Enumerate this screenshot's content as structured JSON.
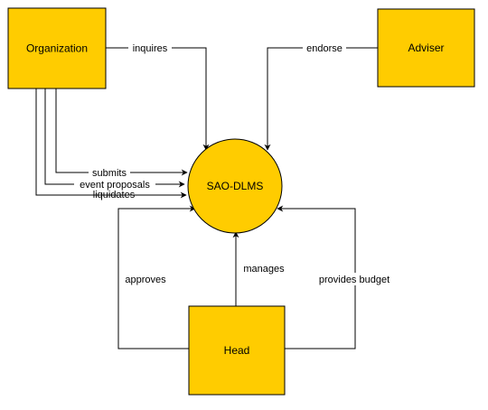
{
  "colors": {
    "node_fill": "#FFCC00",
    "node_stroke": "#000000",
    "edge": "#000000",
    "background": "#FFFFFF"
  },
  "nodes": {
    "organization": {
      "label": "Organization",
      "shape": "rectangle"
    },
    "adviser": {
      "label": "Adviser",
      "shape": "rectangle"
    },
    "system": {
      "label": "SAO-DLMS",
      "shape": "circle"
    },
    "head": {
      "label": "Head",
      "shape": "rectangle"
    }
  },
  "edges": {
    "inquires": {
      "from": "Organization",
      "to": "SAO-DLMS",
      "label": "inquires"
    },
    "endorse": {
      "from": "Adviser",
      "to": "SAO-DLMS",
      "label": "endorse"
    },
    "submits": {
      "from": "Organization",
      "to": "SAO-DLMS",
      "label": "submits"
    },
    "event_proposals": {
      "from": "Organization",
      "to": "SAO-DLMS",
      "label": "event proposals"
    },
    "liquidates": {
      "from": "Organization",
      "to": "SAO-DLMS",
      "label": "liquidates"
    },
    "approves": {
      "from": "Head",
      "to": "SAO-DLMS",
      "label": "approves"
    },
    "manages": {
      "from": "Head",
      "to": "SAO-DLMS",
      "label": "manages"
    },
    "provides_budget": {
      "from": "Head",
      "to": "SAO-DLMS",
      "label": "provides budget"
    }
  }
}
